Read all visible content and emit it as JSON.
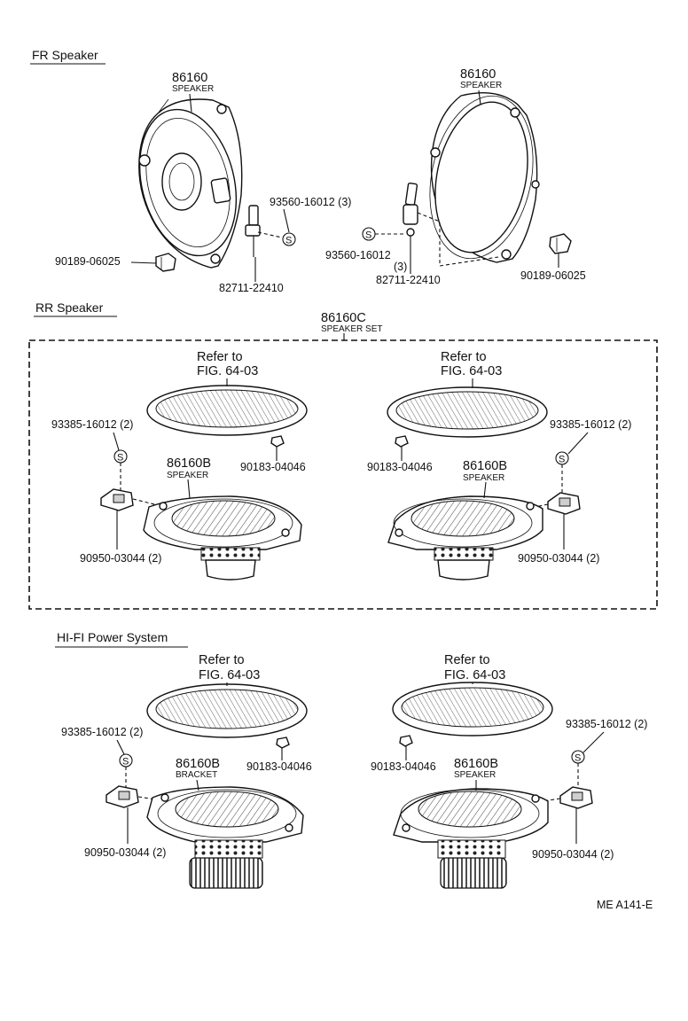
{
  "sections": {
    "fr": "FR Speaker",
    "rr": "RR  Speaker",
    "hifi": "HI-FI Power System"
  },
  "fr": {
    "left_speaker_no": "86160",
    "left_speaker_name": "SPEAKER",
    "right_speaker_no": "86160",
    "right_speaker_name": "SPEAKER",
    "screw_left": "93560-16012 (3)",
    "screw_right": "93560-16012",
    "screw_right_qty": "(3)",
    "connector_left": "82711-22410",
    "connector_right": "82711-22410",
    "clip_left": "90189-06025",
    "clip_right": "90189-06025"
  },
  "rr": {
    "set_no": "86160C",
    "set_name": "SPEAKER SET",
    "left_ref_1": "Refer to",
    "left_ref_2": "FIG. 64-03",
    "right_ref_1": "Refer to",
    "right_ref_2": "FIG. 64-03",
    "screw_left": "93385-16012 (2)",
    "screw_right": "93385-16012 (2)",
    "clip_left": "90183-04046",
    "clip_right": "90183-04046",
    "speaker_left_no": "86160B",
    "speaker_left_name": "SPEAKER",
    "speaker_right_no": "86160B",
    "speaker_right_name": "SPEAKER",
    "nut_left": "90950-03044 (2)",
    "nut_right": "90950-03044 (2)"
  },
  "hifi": {
    "left_ref_1": "Refer to",
    "left_ref_2": "FIG. 64-03",
    "right_ref_1": "Refer to",
    "right_ref_2": "FIG. 64-03",
    "screw_left": "93385-16012 (2)",
    "screw_right": "93385-16012 (2)",
    "clip_left": "90183-04046",
    "clip_right": "90183-04046",
    "speaker_left_no": "86160B",
    "speaker_left_name": "BRACKET",
    "speaker_right_no": "86160B",
    "speaker_right_name": "SPEAKER",
    "nut_left": "90950-03044 (2)",
    "nut_right": "90950-03044 (2)"
  },
  "screw_symbol": "S",
  "figure_code": "ME A141-E"
}
